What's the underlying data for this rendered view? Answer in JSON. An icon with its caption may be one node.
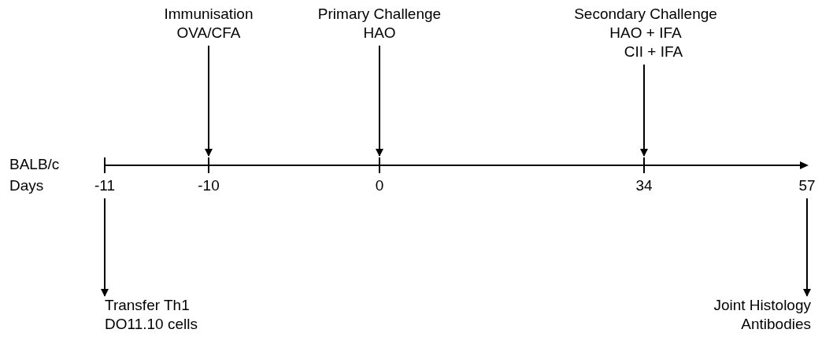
{
  "diagram": {
    "nodes": [
      {
        "text": [
          "Immunisation",
          "OVA/CFA"
        ]
      },
      {
        "text": [
          "Primary Challenge",
          "HAO"
        ]
      },
      {
        "text": [
          "Secondary Challenge",
          "HAO + IFA",
          "CII + IFA"
        ]
      },
      {
        "text": [],
        "shape": "bar"
      },
      {
        "text": [
          "-11"
        ]
      },
      {
        "text": [
          "57"
        ]
      },
      {
        "text": [
          "Transfer Th1",
          "DO11.10 cells"
        ]
      },
      {
        "text": [
          "Joint Histology",
          "Antibodies"
        ]
      }
    ],
    "edges": [
      {
        "from": 0,
        "to": 3,
        "arrow": "to"
      },
      {
        "from": 1,
        "to": 3,
        "arrow": "to"
      },
      {
        "from": 2,
        "to": 3,
        "arrow": "to"
      },
      {
        "from": 4,
        "to": 6,
        "arrow": "to"
      },
      {
        "from": 5,
        "to": 7,
        "arrow": "to"
      }
    ],
    "labels": [
      "BALB/c",
      "Days",
      "-10",
      "0",
      "34"
    ]
  }
}
